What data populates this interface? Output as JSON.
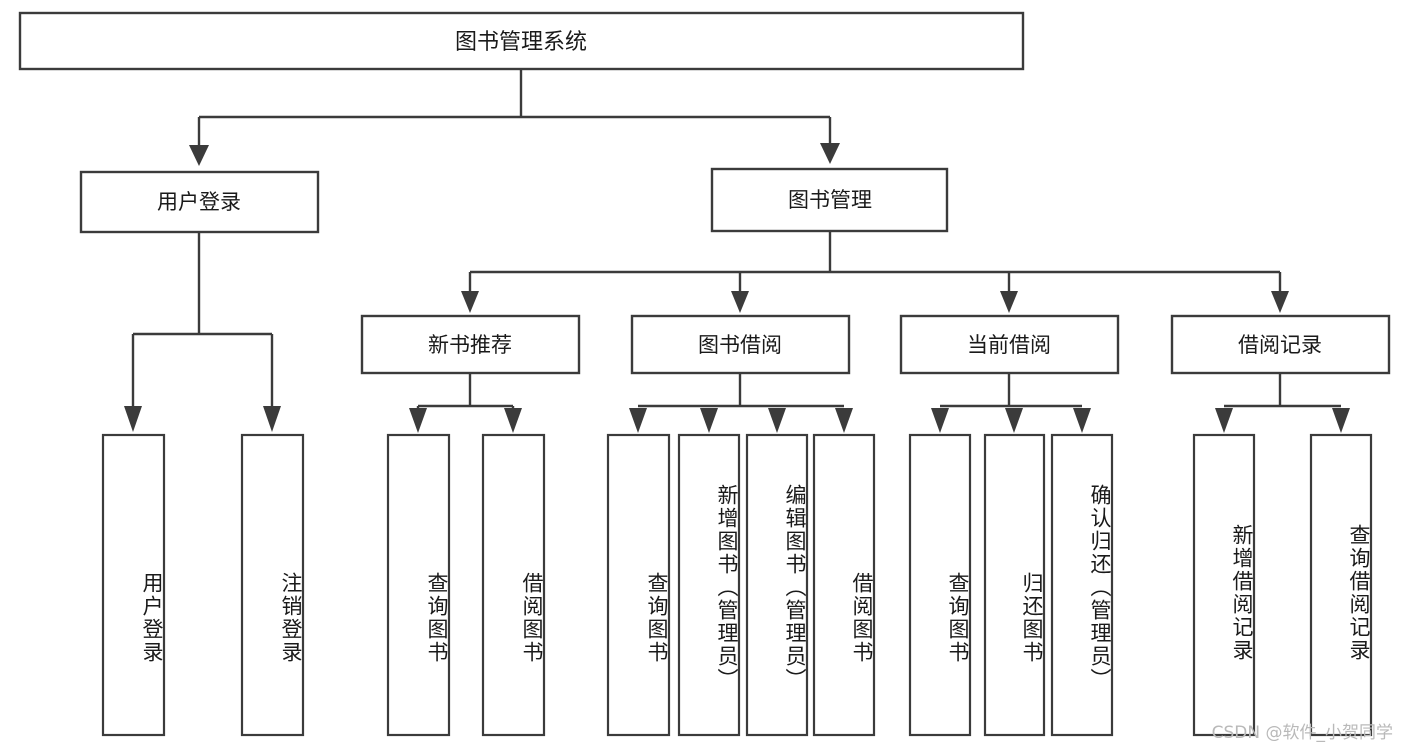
{
  "diagram": {
    "title": "图书管理系统",
    "type": "tree-hierarchy",
    "root": {
      "label": "图书管理系统"
    },
    "level2": [
      {
        "label": "用户登录"
      },
      {
        "label": "图书管理"
      }
    ],
    "level3": [
      {
        "label": "新书推荐",
        "parent": "图书管理"
      },
      {
        "label": "图书借阅",
        "parent": "图书管理"
      },
      {
        "label": "当前借阅",
        "parent": "图书管理"
      },
      {
        "label": "借阅记录",
        "parent": "图书管理"
      }
    ],
    "leaves": [
      {
        "label": "用户登录",
        "parent": "用户登录"
      },
      {
        "label": "注销登录",
        "parent": "用户登录"
      },
      {
        "label": "查询图书",
        "parent": "新书推荐"
      },
      {
        "label": "借阅图书",
        "parent": "新书推荐"
      },
      {
        "label": "查询图书",
        "parent": "图书借阅"
      },
      {
        "label": "新增图书（管理员）",
        "parent": "图书借阅"
      },
      {
        "label": "编辑图书（管理员）",
        "parent": "图书借阅"
      },
      {
        "label": "借阅图书",
        "parent": "图书借阅"
      },
      {
        "label": "查询图书",
        "parent": "当前借阅"
      },
      {
        "label": "归还图书",
        "parent": "当前借阅"
      },
      {
        "label": "确认归还（管理员）",
        "parent": "当前借阅"
      },
      {
        "label": "新增借阅记录",
        "parent": "借阅记录"
      },
      {
        "label": "查询借阅记录",
        "parent": "借阅记录"
      }
    ]
  },
  "watermark": {
    "text": "CSDN @软件_小贺同学"
  },
  "colors": {
    "box_stroke": "#3b3b3b",
    "box_fill": "#ffffff",
    "text": "#1a1a1a",
    "background": "#ffffff",
    "watermark": "#b9b9b9"
  }
}
